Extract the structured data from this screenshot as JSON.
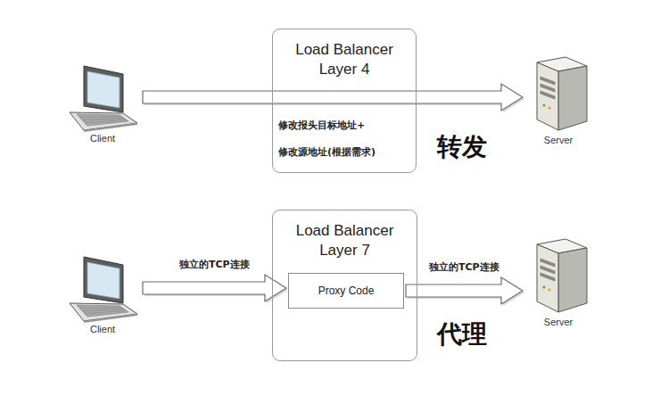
{
  "diagram": {
    "nodes": [
      {
        "text": [
          "Client"
        ]
      },
      {
        "text": [
          "Load Balancer Layer 4",
          "修改报头目标地址+",
          "修改源地址(根据需求)"
        ]
      },
      {
        "text": [
          "Server"
        ]
      },
      {
        "text": [
          "Client"
        ]
      },
      {
        "text": [
          "Load Balancer Layer 7"
        ]
      },
      {
        "text": [
          "Proxy Code"
        ],
        "in": 4
      },
      {
        "text": [
          "Server"
        ]
      }
    ],
    "edges": [
      {
        "from": 0,
        "to": 2,
        "arrow": "to"
      },
      {
        "from": 3,
        "to": 5,
        "label": "独立的TCP连接",
        "arrow": "to"
      },
      {
        "from": 5,
        "to": 6,
        "label": "独立的TCP连接",
        "arrow": "to"
      }
    ],
    "labels": [
      "转发",
      "代理"
    ]
  }
}
